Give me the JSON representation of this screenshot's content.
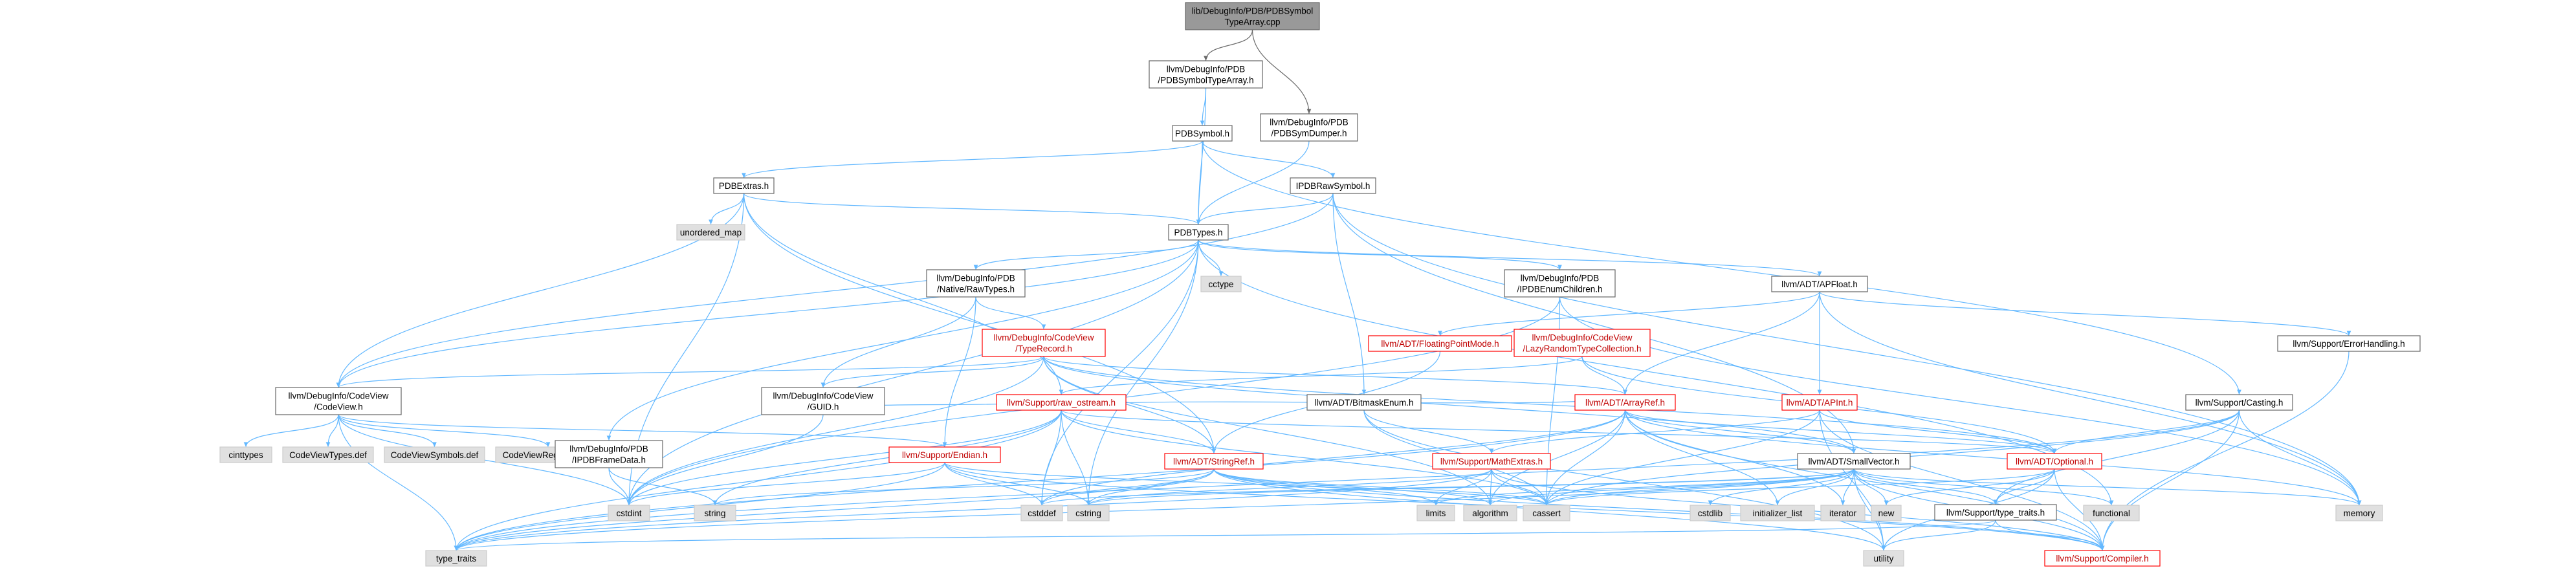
{
  "colors": {
    "root_fill": "#999999",
    "node_fill": "#ffffff",
    "system_fill": "#e0e0e0",
    "border": "#666666",
    "system_border": "#cccccc",
    "warn_border": "#ff0000",
    "warn_text": "#c00000",
    "edge": "#63b8ff",
    "edge_dark": "#6a6a6a"
  },
  "nodes": [
    {
      "id": "root",
      "style": "root",
      "lines": [
        "lib/DebugInfo/PDB/PDBSymbol",
        "TypeArray.cpp"
      ]
    },
    {
      "id": "pdbsymboltypearray",
      "style": "normal",
      "lines": [
        "llvm/DebugInfo/PDB",
        "/PDBSymbolTypeArray.h"
      ]
    },
    {
      "id": "pdbsymdumper",
      "style": "normal",
      "lines": [
        "llvm/DebugInfo/PDB",
        "/PDBSymDumper.h"
      ]
    },
    {
      "id": "pdbsymbol",
      "style": "normal",
      "lines": [
        "PDBSymbol.h"
      ]
    },
    {
      "id": "pdbextras",
      "style": "normal",
      "lines": [
        "PDBExtras.h"
      ]
    },
    {
      "id": "ipdbrawsymbol",
      "style": "normal",
      "lines": [
        "IPDBRawSymbol.h"
      ]
    },
    {
      "id": "unordered_map",
      "style": "system",
      "lines": [
        "unordered_map"
      ]
    },
    {
      "id": "pdbtypes",
      "style": "normal",
      "lines": [
        "PDBTypes.h"
      ]
    },
    {
      "id": "nativerawtypes",
      "style": "normal",
      "lines": [
        "llvm/DebugInfo/PDB",
        "/Native/RawTypes.h"
      ]
    },
    {
      "id": "cctype",
      "style": "system",
      "lines": [
        "cctype"
      ]
    },
    {
      "id": "ipdbenumchildren",
      "style": "normal",
      "lines": [
        "llvm/DebugInfo/PDB",
        "/IPDBEnumChildren.h"
      ]
    },
    {
      "id": "apfloat",
      "style": "normal",
      "lines": [
        "llvm/ADT/APFloat.h"
      ]
    },
    {
      "id": "typerecord",
      "style": "warn",
      "lines": [
        "llvm/DebugInfo/CodeView",
        "/TypeRecord.h"
      ]
    },
    {
      "id": "floatingpointmode",
      "style": "warn",
      "lines": [
        "llvm/ADT/FloatingPointMode.h"
      ]
    },
    {
      "id": "lazyrandom",
      "style": "warn",
      "lines": [
        "llvm/DebugInfo/CodeView",
        "/LazyRandomTypeCollection.h"
      ]
    },
    {
      "id": "errorhandling",
      "style": "normal",
      "lines": [
        "llvm/Support/ErrorHandling.h"
      ]
    },
    {
      "id": "codeview",
      "style": "normal",
      "lines": [
        "llvm/DebugInfo/CodeView",
        "/CodeView.h"
      ]
    },
    {
      "id": "guid",
      "style": "normal",
      "lines": [
        "llvm/DebugInfo/CodeView",
        "/GUID.h"
      ]
    },
    {
      "id": "raw_ostream",
      "style": "warn",
      "lines": [
        "llvm/Support/raw_ostream.h"
      ]
    },
    {
      "id": "bitmaskenum",
      "style": "normal",
      "lines": [
        "llvm/ADT/BitmaskEnum.h"
      ]
    },
    {
      "id": "arrayref",
      "style": "warn",
      "lines": [
        "llvm/ADT/ArrayRef.h"
      ]
    },
    {
      "id": "apint",
      "style": "warn",
      "lines": [
        "llvm/ADT/APInt.h"
      ]
    },
    {
      "id": "casting",
      "style": "normal",
      "lines": [
        "llvm/Support/Casting.h"
      ]
    },
    {
      "id": "cinttypes",
      "style": "system",
      "lines": [
        "cinttypes"
      ]
    },
    {
      "id": "codeviewtypes",
      "style": "system",
      "lines": [
        "CodeViewTypes.def"
      ]
    },
    {
      "id": "codeviewsymbols",
      "style": "system",
      "lines": [
        "CodeViewSymbols.def"
      ]
    },
    {
      "id": "codeviewregisters",
      "style": "system",
      "lines": [
        "CodeViewRegisters.def"
      ]
    },
    {
      "id": "ipdbframedata",
      "style": "normal",
      "lines": [
        "llvm/DebugInfo/PDB",
        "/IPDBFrameData.h"
      ]
    },
    {
      "id": "endian",
      "style": "warn",
      "lines": [
        "llvm/Support/Endian.h"
      ]
    },
    {
      "id": "stringref",
      "style": "warn",
      "lines": [
        "llvm/ADT/StringRef.h"
      ]
    },
    {
      "id": "mathextras",
      "style": "warn",
      "lines": [
        "llvm/Support/MathExtras.h"
      ]
    },
    {
      "id": "smallvector",
      "style": "normal",
      "lines": [
        "llvm/ADT/SmallVector.h"
      ]
    },
    {
      "id": "optional",
      "style": "warn",
      "lines": [
        "llvm/ADT/Optional.h"
      ]
    },
    {
      "id": "string",
      "style": "system",
      "lines": [
        "string"
      ]
    },
    {
      "id": "cstdint",
      "style": "system",
      "lines": [
        "cstdint"
      ]
    },
    {
      "id": "cstddef",
      "style": "system",
      "lines": [
        "cstddef"
      ]
    },
    {
      "id": "cstring",
      "style": "system",
      "lines": [
        "cstring"
      ]
    },
    {
      "id": "limits",
      "style": "system",
      "lines": [
        "limits"
      ]
    },
    {
      "id": "algorithm",
      "style": "system",
      "lines": [
        "algorithm"
      ]
    },
    {
      "id": "cassert",
      "style": "system",
      "lines": [
        "cassert"
      ]
    },
    {
      "id": "cstdlib",
      "style": "system",
      "lines": [
        "cstdlib"
      ]
    },
    {
      "id": "initializer_list",
      "style": "system",
      "lines": [
        "initializer_list"
      ]
    },
    {
      "id": "iterator",
      "style": "system",
      "lines": [
        "iterator"
      ]
    },
    {
      "id": "new",
      "style": "system",
      "lines": [
        "new"
      ]
    },
    {
      "id": "functional",
      "style": "system",
      "lines": [
        "functional"
      ]
    },
    {
      "id": "memory",
      "style": "system",
      "lines": [
        "memory"
      ]
    },
    {
      "id": "type_traits_h",
      "style": "normal",
      "lines": [
        "llvm/Support/type_traits.h"
      ]
    },
    {
      "id": "type_traits",
      "style": "system",
      "lines": [
        "type_traits"
      ]
    },
    {
      "id": "utility",
      "style": "system",
      "lines": [
        "utility"
      ]
    },
    {
      "id": "compiler",
      "style": "warn",
      "lines": [
        "llvm/Support/Compiler.h"
      ]
    }
  ],
  "edges": [
    [
      "root",
      "pdbsymboltypearray"
    ],
    [
      "root",
      "pdbsymdumper"
    ],
    [
      "pdbsymboltypearray",
      "pdbsymbol"
    ],
    [
      "pdbsymboltypearray",
      "pdbtypes"
    ],
    [
      "pdbsymdumper",
      "pdbtypes"
    ],
    [
      "pdbsymbol",
      "pdbextras"
    ],
    [
      "pdbsymbol",
      "ipdbrawsymbol"
    ],
    [
      "pdbsymbol",
      "pdbtypes"
    ],
    [
      "pdbsymbol",
      "casting"
    ],
    [
      "pdbextras",
      "unordered_map"
    ],
    [
      "pdbextras",
      "pdbtypes"
    ],
    [
      "pdbextras",
      "codeview"
    ],
    [
      "pdbextras",
      "raw_ostream"
    ],
    [
      "pdbextras",
      "stringref"
    ],
    [
      "pdbextras",
      "cstdint"
    ],
    [
      "ipdbrawsymbol",
      "pdbtypes"
    ],
    [
      "ipdbrawsymbol",
      "codeview"
    ],
    [
      "ipdbrawsymbol",
      "bitmaskenum"
    ],
    [
      "ipdbrawsymbol",
      "smallvector"
    ],
    [
      "ipdbrawsymbol",
      "memory"
    ],
    [
      "pdbtypes",
      "nativerawtypes"
    ],
    [
      "pdbtypes",
      "cctype"
    ],
    [
      "pdbtypes",
      "ipdbenumchildren"
    ],
    [
      "pdbtypes",
      "apfloat"
    ],
    [
      "pdbtypes",
      "codeview"
    ],
    [
      "pdbtypes",
      "ipdbframedata"
    ],
    [
      "pdbtypes",
      "cstddef"
    ],
    [
      "pdbtypes",
      "cstdint"
    ],
    [
      "pdbtypes",
      "cstring"
    ],
    [
      "pdbtypes",
      "functional"
    ],
    [
      "nativerawtypes",
      "typerecord"
    ],
    [
      "nativerawtypes",
      "guid"
    ],
    [
      "nativerawtypes",
      "endian"
    ],
    [
      "ipdbenumchildren",
      "cassert"
    ],
    [
      "ipdbenumchildren",
      "cstdint"
    ],
    [
      "ipdbenumchildren",
      "memory"
    ],
    [
      "apfloat",
      "floatingpointmode"
    ],
    [
      "apfloat",
      "apint"
    ],
    [
      "apfloat",
      "arrayref"
    ],
    [
      "apfloat",
      "errorhandling"
    ],
    [
      "apfloat",
      "memory"
    ],
    [
      "typerecord",
      "codeview"
    ],
    [
      "typerecord",
      "guid"
    ],
    [
      "typerecord",
      "stringref"
    ],
    [
      "typerecord",
      "arrayref"
    ],
    [
      "typerecord",
      "optional"
    ],
    [
      "typerecord",
      "smallvector"
    ],
    [
      "typerecord",
      "cstdint"
    ],
    [
      "typerecord",
      "algorithm"
    ],
    [
      "floatingpointmode",
      "stringref"
    ],
    [
      "lazyrandom",
      "arrayref"
    ],
    [
      "lazyrandom",
      "optional"
    ],
    [
      "lazyrandom",
      "raw_ostream"
    ],
    [
      "errorhandling",
      "compiler"
    ],
    [
      "codeview",
      "cinttypes"
    ],
    [
      "codeview",
      "codeviewtypes"
    ],
    [
      "codeview",
      "codeviewsymbols"
    ],
    [
      "codeview",
      "codeviewregisters"
    ],
    [
      "codeview",
      "endian"
    ],
    [
      "codeview",
      "type_traits"
    ],
    [
      "codeview",
      "cstdint"
    ],
    [
      "guid",
      "raw_ostream"
    ],
    [
      "guid",
      "cstdint"
    ],
    [
      "raw_ostream",
      "arrayref"
    ],
    [
      "raw_ostream",
      "stringref"
    ],
    [
      "raw_ostream",
      "optional"
    ],
    [
      "raw_ostream",
      "cassert"
    ],
    [
      "raw_ostream",
      "cstddef"
    ],
    [
      "raw_ostream",
      "cstdint"
    ],
    [
      "raw_ostream",
      "cstring"
    ],
    [
      "raw_ostream",
      "string"
    ],
    [
      "raw_ostream",
      "type_traits"
    ],
    [
      "bitmaskenum",
      "mathextras"
    ],
    [
      "bitmaskenum",
      "cassert"
    ],
    [
      "bitmaskenum",
      "utility"
    ],
    [
      "arrayref",
      "smallvector"
    ],
    [
      "arrayref",
      "optional"
    ],
    [
      "arrayref",
      "compiler"
    ],
    [
      "arrayref",
      "algorithm"
    ],
    [
      "arrayref",
      "cassert"
    ],
    [
      "arrayref",
      "cstddef"
    ],
    [
      "arrayref",
      "initializer_list"
    ],
    [
      "arrayref",
      "iterator"
    ],
    [
      "arrayref",
      "memory"
    ],
    [
      "arrayref",
      "type_traits"
    ],
    [
      "apint",
      "mathextras"
    ],
    [
      "apint",
      "compiler"
    ],
    [
      "apint",
      "cassert"
    ],
    [
      "apint",
      "optional"
    ],
    [
      "apint",
      "utility"
    ],
    [
      "casting",
      "compiler"
    ],
    [
      "casting",
      "type_traits_h"
    ],
    [
      "casting",
      "optional"
    ],
    [
      "casting",
      "cassert"
    ],
    [
      "casting",
      "memory"
    ],
    [
      "casting",
      "type_traits"
    ],
    [
      "ipdbframedata",
      "cstdint"
    ],
    [
      "ipdbframedata",
      "string"
    ],
    [
      "endian",
      "compiler"
    ],
    [
      "endian",
      "cassert"
    ],
    [
      "endian",
      "cstddef"
    ],
    [
      "endian",
      "cstdint"
    ],
    [
      "endian",
      "cstring"
    ],
    [
      "endian",
      "type_traits"
    ],
    [
      "stringref",
      "compiler"
    ],
    [
      "stringref",
      "algorithm"
    ],
    [
      "stringref",
      "cassert"
    ],
    [
      "stringref",
      "cstddef"
    ],
    [
      "stringref",
      "cstring"
    ],
    [
      "stringref",
      "limits"
    ],
    [
      "stringref",
      "string"
    ],
    [
      "stringref",
      "type_traits"
    ],
    [
      "stringref",
      "utility"
    ],
    [
      "mathextras",
      "compiler"
    ],
    [
      "mathextras",
      "cassert"
    ],
    [
      "mathextras",
      "climits_placeholder"
    ],
    [
      "mathextras",
      "cstring"
    ],
    [
      "mathextras",
      "limits"
    ],
    [
      "mathextras",
      "type_traits"
    ],
    [
      "mathextras",
      "algorithm"
    ],
    [
      "smallvector",
      "compiler"
    ],
    [
      "smallvector",
      "type_traits_h"
    ],
    [
      "smallvector",
      "algorithm"
    ],
    [
      "smallvector",
      "cassert"
    ],
    [
      "smallvector",
      "cstddef"
    ],
    [
      "smallvector",
      "cstdlib"
    ],
    [
      "smallvector",
      "cstring"
    ],
    [
      "smallvector",
      "functional"
    ],
    [
      "smallvector",
      "initializer_list"
    ],
    [
      "smallvector",
      "iterator"
    ],
    [
      "smallvector",
      "limits"
    ],
    [
      "smallvector",
      "memory"
    ],
    [
      "smallvector",
      "new"
    ],
    [
      "smallvector",
      "type_traits"
    ],
    [
      "smallvector",
      "utility"
    ],
    [
      "optional",
      "compiler"
    ],
    [
      "optional",
      "type_traits_h"
    ],
    [
      "optional",
      "cassert"
    ],
    [
      "optional",
      "new"
    ],
    [
      "optional",
      "utility"
    ],
    [
      "type_traits_h",
      "compiler"
    ],
    [
      "type_traits_h",
      "type_traits"
    ],
    [
      "type_traits_h",
      "utility"
    ]
  ]
}
